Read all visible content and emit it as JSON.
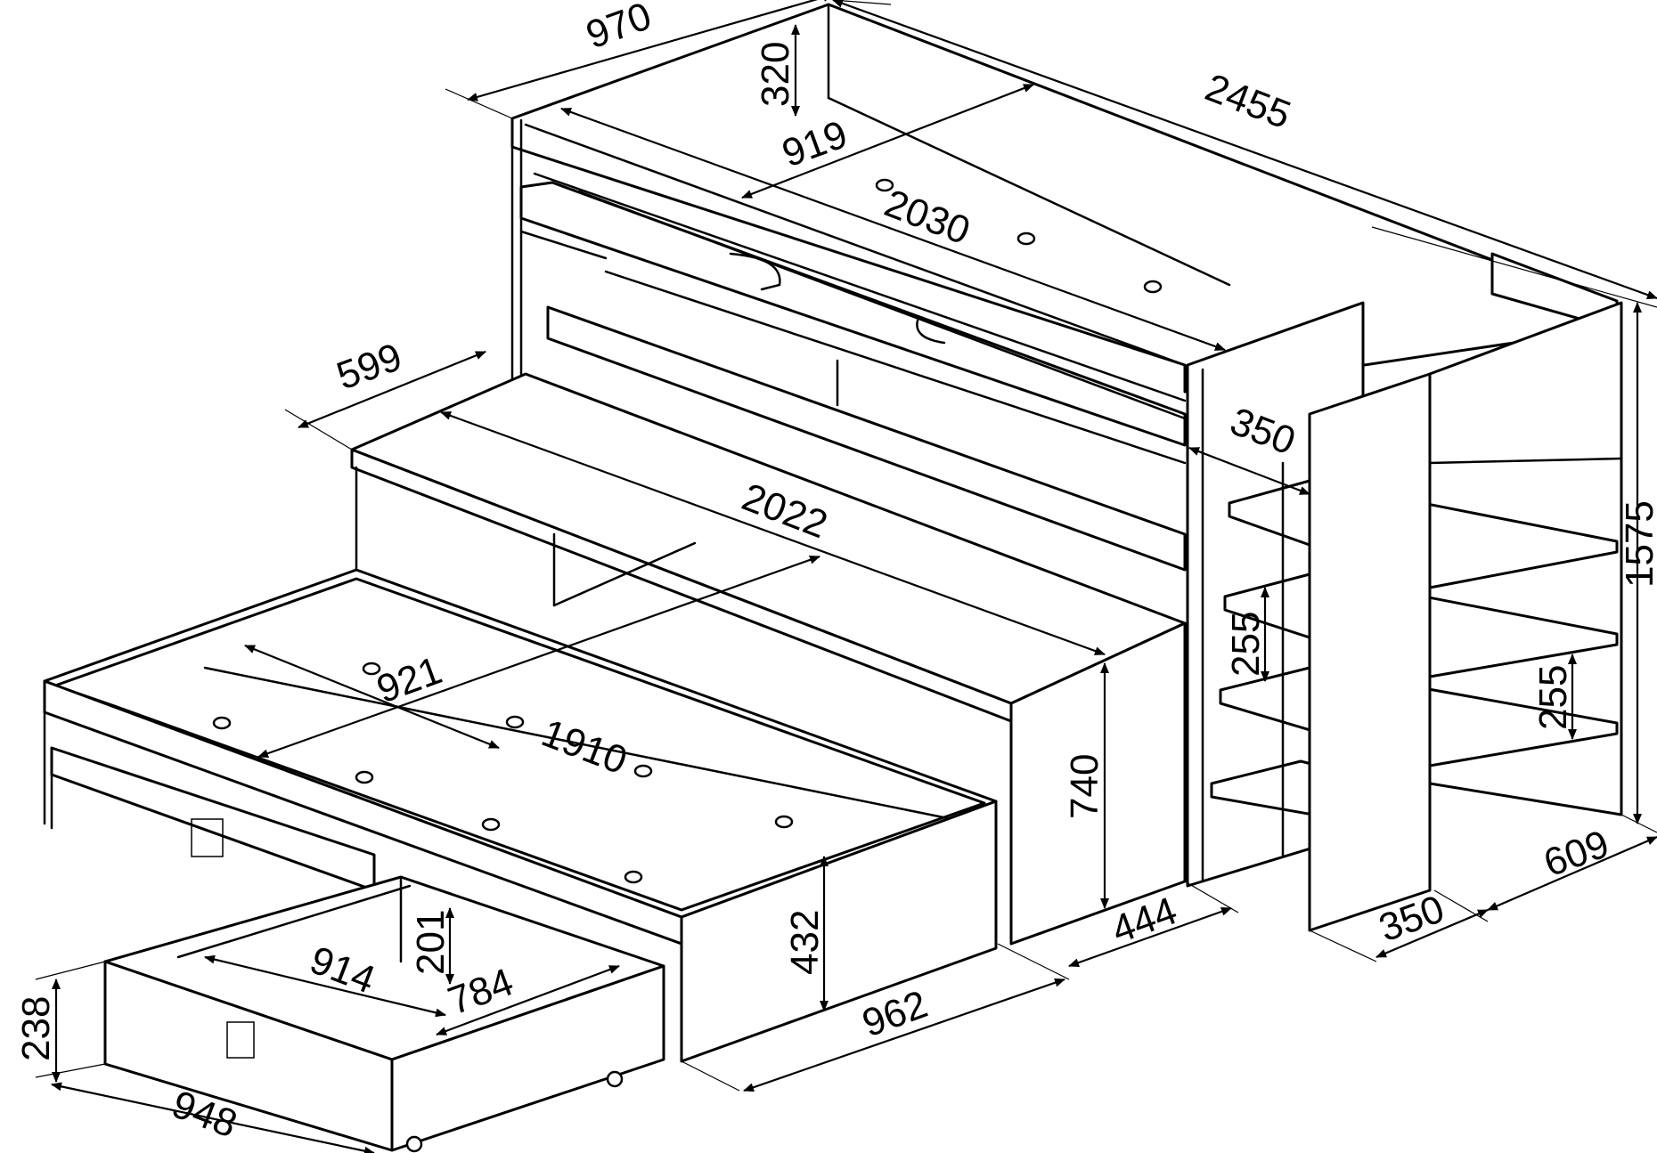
{
  "dimensions": {
    "overall_depth": "970",
    "overall_length": "2455",
    "overall_height": "1575",
    "top_guard_height": "320",
    "top_mattress_width": "919",
    "top_mattress_length": "2030",
    "desk_depth": "599",
    "desk_length": "2022",
    "shelf_depth": "350",
    "desk_height": "740",
    "shelf_spacing_left": "255",
    "shelf_spacing_right": "255",
    "cabinet_base_depth": "444",
    "shelf_unit_depth": "350",
    "shelf_unit_width": "609",
    "pullout_bed_width": "921",
    "pullout_bed_length": "1910",
    "pullout_bed_height": "432",
    "pullout_bed_depth": "962",
    "drawer_height": "201",
    "drawer_inner_width": "914",
    "drawer_inner_depth": "784",
    "drawer_front_height": "238",
    "drawer_width": "948"
  }
}
